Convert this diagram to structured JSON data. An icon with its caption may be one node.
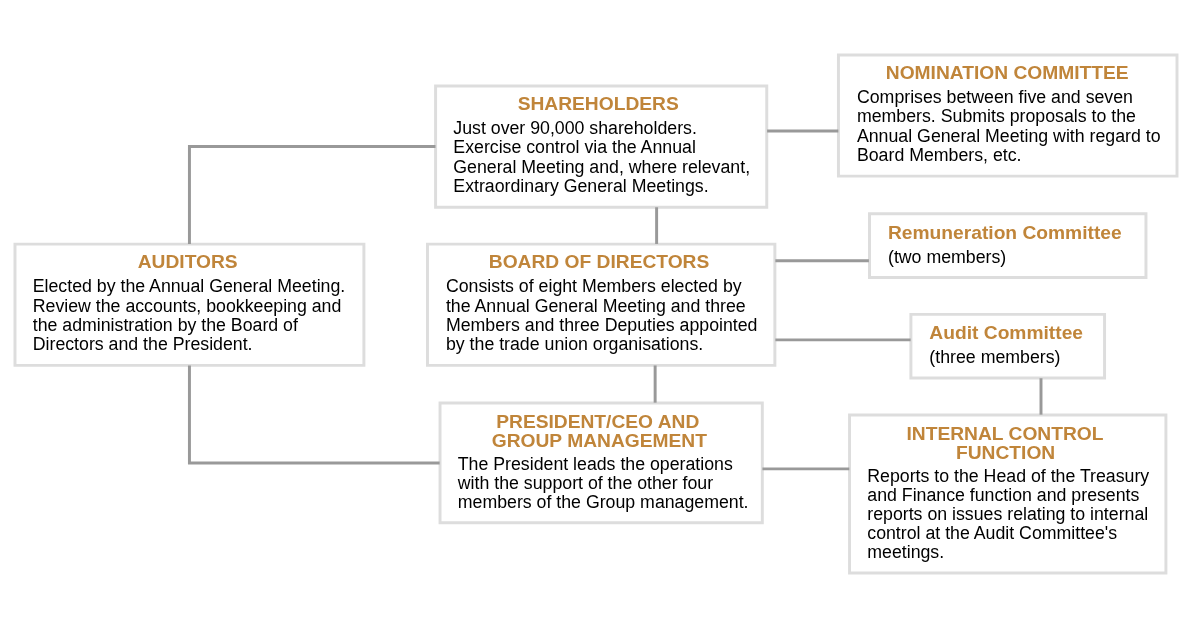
{
  "diagram": {
    "nodes": [
      {
        "text": [
          "SHAREHOLDERS",
          "Just over 90,000 shareholders. Exercise control via the Annual General Meeting and, where relevant, Extraordinary General Meetings."
        ]
      },
      {
        "text": [
          "NOMINATION COMMITTEE",
          "Comprises between five and seven members. Submits proposals to the Annual General Meeting with regard to Board Members, etc."
        ]
      },
      {
        "text": [
          "AUDITORS",
          "Elected by the Annual General Meeting. Review the accounts, bookkeeping and the administration by the Board of Directors and the President."
        ]
      },
      {
        "text": [
          "BOARD OF DIRECTORS",
          "Consists of eight Members elected by the Annual General Meeting and three Members and three Deputies appointed by the trade union organisations."
        ]
      },
      {
        "text": [
          "Remuneration Committee",
          "(two members)"
        ]
      },
      {
        "text": [
          "Audit Committee",
          "(three members)"
        ]
      },
      {
        "text": [
          "PRESIDENT/CEO AND GROUP MANAGEMENT",
          "The President leads the operations with the support of the other four members of the Group management."
        ]
      },
      {
        "text": [
          "INTERNAL CONTROL FUNCTION",
          "Reports to the Head of the Treasury and Finance function and presents reports on issues relating to internal control at the Audit Committee's meetings."
        ]
      }
    ],
    "edges": [
      {
        "from": 2,
        "to": 0,
        "arrow": "none"
      },
      {
        "from": 0,
        "to": 1,
        "arrow": "none"
      },
      {
        "from": 0,
        "to": 3,
        "arrow": "none"
      },
      {
        "from": 3,
        "to": 4,
        "arrow": "none"
      },
      {
        "from": 3,
        "to": 5,
        "arrow": "none"
      },
      {
        "from": 3,
        "to": 6,
        "arrow": "none"
      },
      {
        "from": 2,
        "to": 6,
        "arrow": "none"
      },
      {
        "from": 6,
        "to": 7,
        "arrow": "none"
      },
      {
        "from": 5,
        "to": 7,
        "arrow": "none"
      }
    ]
  }
}
